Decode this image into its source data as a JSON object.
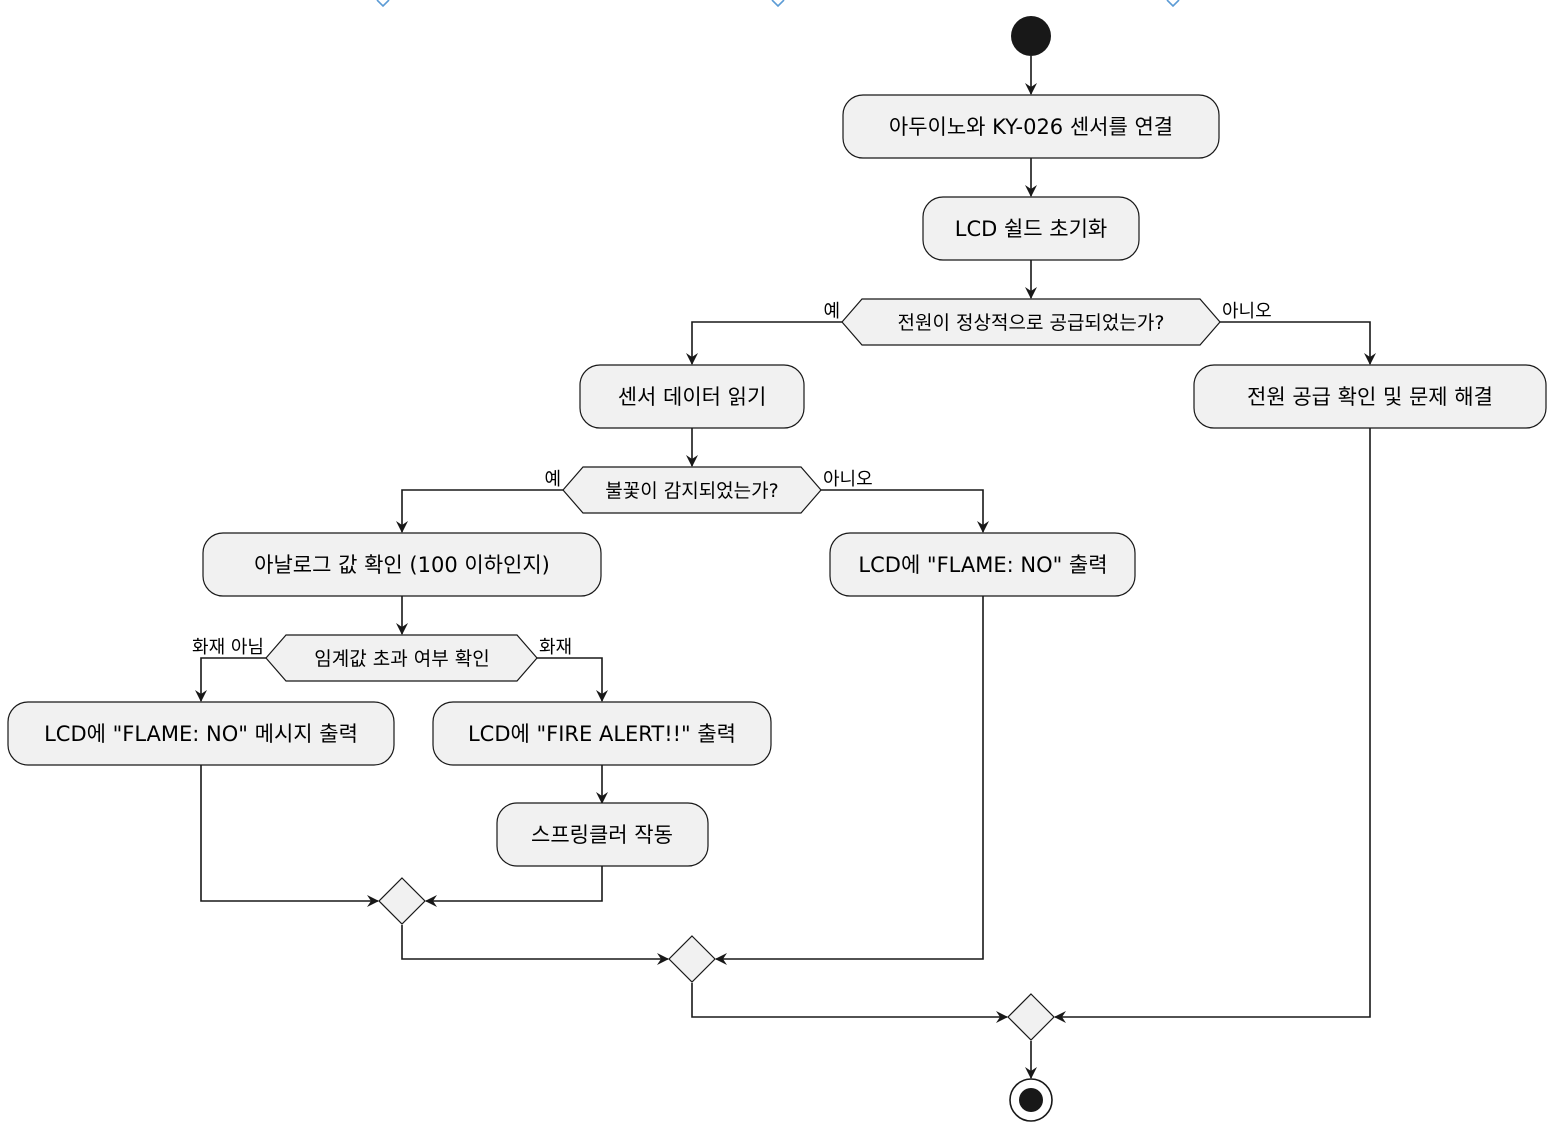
{
  "colors": {
    "node_fill": "#f1f1f1",
    "stroke": "#181818",
    "mark": "#5b9bd5"
  },
  "actions": {
    "connect": "아두이노와 KY-026 센서를 연결",
    "lcd_init": "LCD 쉴드 초기화",
    "read_sensor": "센서 데이터 읽기",
    "check_power": "전원 공급 확인 및 문제 해결",
    "check_analog": "아날로그 값 확인 (100 이하인지)",
    "lcd_flame_no": "LCD에 \"FLAME: NO\" 출력",
    "lcd_flame_no_msg": "LCD에 \"FLAME: NO\" 메시지 출력",
    "lcd_fire_alert": "LCD에 \"FIRE ALERT!!\" 출력",
    "sprinkler": "스프링클러 작동"
  },
  "decisions": {
    "power": {
      "question": "전원이 정상적으로 공급되었는가?",
      "yes": "예",
      "no": "아니오"
    },
    "flame": {
      "question": "불꽃이 감지되었는가?",
      "yes": "예",
      "no": "아니오"
    },
    "threshold": {
      "question": "임계값 초과 여부 확인",
      "left": "화재 아님",
      "right": "화재"
    }
  }
}
